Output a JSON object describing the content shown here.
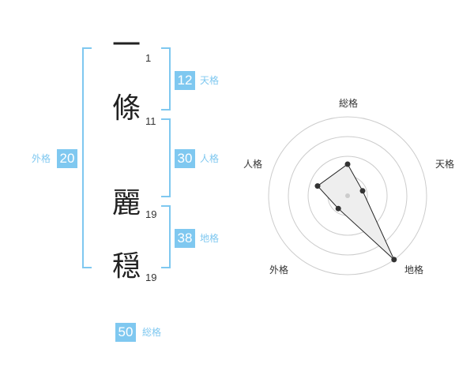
{
  "name_chars": [
    {
      "char": "一",
      "strokes": "1"
    },
    {
      "char": "條",
      "strokes": "11"
    },
    {
      "char": "麗",
      "strokes": "19"
    },
    {
      "char": "穏",
      "strokes": "19"
    }
  ],
  "fortunes": {
    "tenkaku": {
      "value": "12",
      "label": "天格"
    },
    "jinkaku": {
      "value": "30",
      "label": "人格"
    },
    "chikaku": {
      "value": "38",
      "label": "地格"
    },
    "gaikaku": {
      "value": "20",
      "label": "外格"
    },
    "soukaku": {
      "value": "50",
      "label": "総格"
    }
  },
  "colors": {
    "accent": "#7fc8f0",
    "text": "#222222",
    "grid": "#cccccc",
    "fill": "#eeeeee"
  },
  "chart_data": {
    "type": "radar",
    "axes": [
      "総格",
      "天格",
      "地格",
      "外格",
      "人格"
    ],
    "max": 5,
    "values": [
      2,
      1,
      5,
      1,
      2
    ],
    "rings": 4
  }
}
